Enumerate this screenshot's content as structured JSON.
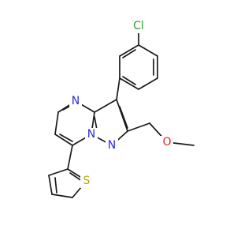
{
  "molecule": {
    "atoms": {
      "cl": {
        "symbol": "Cl",
        "color": "#2e9e2e"
      },
      "n_ring6": {
        "symbol": "N",
        "color": "#2b2bd6"
      },
      "n_bridge": {
        "symbol": "N",
        "color": "#2b2bd6"
      },
      "n_pyrazole": {
        "symbol": "N",
        "color": "#2b2bd6"
      },
      "o_ether": {
        "symbol": "O",
        "color": "#e0261b"
      },
      "s_thiophene": {
        "symbol": "S",
        "color": "#b8a800"
      }
    }
  }
}
